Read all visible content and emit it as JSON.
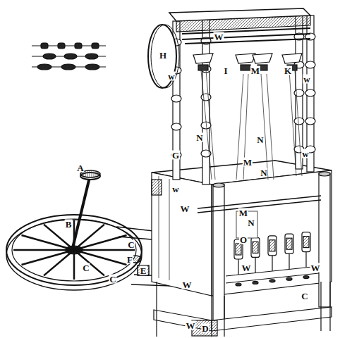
{
  "diagram": {
    "labels": [
      "A",
      "B",
      "C",
      "C",
      "C",
      "C",
      "D",
      "E",
      "F",
      "G",
      "H",
      "I",
      "K",
      "M",
      "M",
      "M",
      "N",
      "N",
      "N",
      "N",
      "O",
      "W",
      "W",
      "W",
      "W",
      "W",
      "W",
      "w",
      "w",
      "w",
      "w"
    ]
  }
}
